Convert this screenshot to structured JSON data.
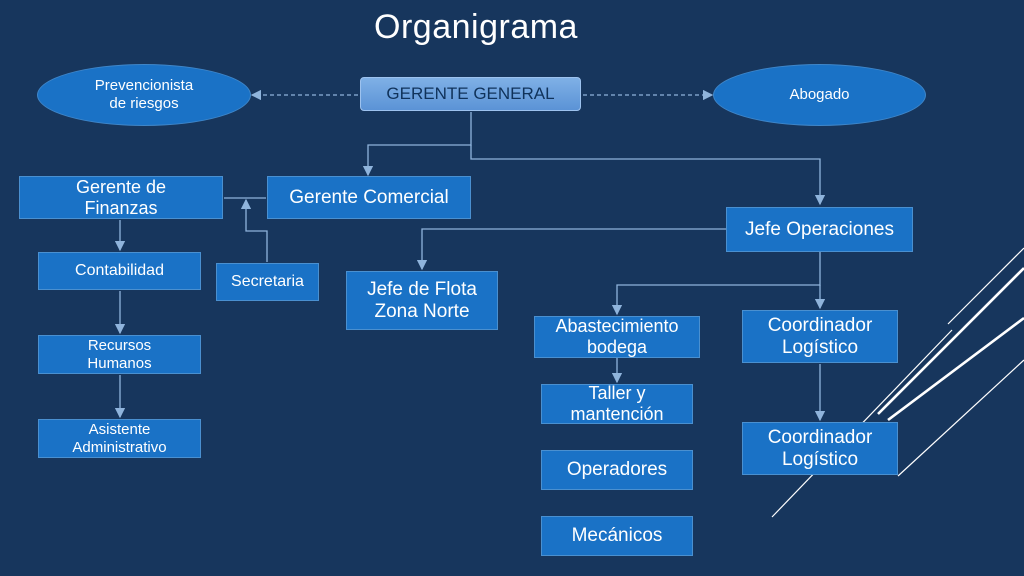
{
  "title": "Organigrama",
  "nodes": {
    "gerente_general": "GERENTE GENERAL",
    "prevencionista": "Prevencionista\nde riesgos",
    "abogado": "Abogado",
    "gerente_finanzas": "Gerente de\nFinanzas",
    "gerente_comercial": "Gerente Comercial",
    "contabilidad": "Contabilidad",
    "secretaria": "Secretaria",
    "recursos_humanos": "Recursos\nHumanos",
    "asistente_administrativo": "Asistente\nAdministrativo",
    "jefe_operaciones": "Jefe Operaciones",
    "jefe_flota": "Jefe de Flota\nZona Norte",
    "abastecimiento": "Abastecimiento\nbodega",
    "coordinador_1": "Coordinador\nLogístico",
    "taller": "Taller y\nmantención",
    "coordinador_2": "Coordinador\nLogístico",
    "operadores": "Operadores",
    "mecanicos": "Mecánicos"
  },
  "colors": {
    "background": "#17365d",
    "box": "#1a72c6",
    "header_box": "#6fa3e0",
    "connector": "#8fb4dc",
    "accent_lines": "#ffffff"
  }
}
